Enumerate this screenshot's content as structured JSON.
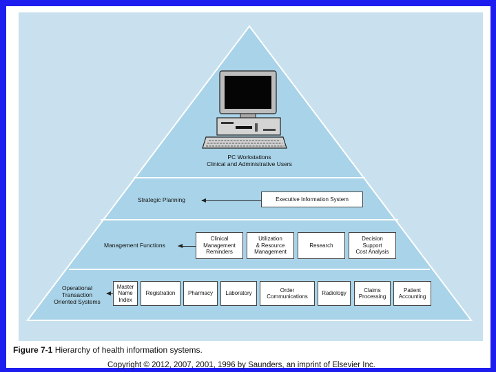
{
  "apex": {
    "label_line1": "PC Workstations",
    "label_line2": "Clinical and Administrative Users"
  },
  "tiers": {
    "strategic": {
      "label": "Strategic Planning",
      "boxes": [
        "Executive Information System"
      ]
    },
    "management": {
      "label": "Management Functions",
      "boxes": [
        "Clinical\nManagement\nReminders",
        "Utilization\n& Resource\nManagement",
        "Research",
        "Decision\nSupport\nCost Analysis"
      ]
    },
    "operational": {
      "label": "Operational\nTransaction\nOriented Systems",
      "boxes": [
        "Master\nName\nIndex",
        "Registration",
        "Pharmacy",
        "Laboratory",
        "Order\nCommunications",
        "Radiology",
        "Claims\nProcessing",
        "Patient\nAccounting"
      ]
    }
  },
  "caption": {
    "figure_number": "Figure 7-1",
    "text": "Hierarchy of health information systems."
  },
  "copyright": "Copyright © 2012, 2007, 2001, 1996 by Saunders, an imprint of Elsevier Inc.",
  "colors": {
    "background": "#1d1df0",
    "panel": "#c9e1ef",
    "pyramid_fill": "#a9d3e8",
    "pyramid_stroke": "#ffffff"
  },
  "icons": [
    "computer-workstation-icon"
  ]
}
